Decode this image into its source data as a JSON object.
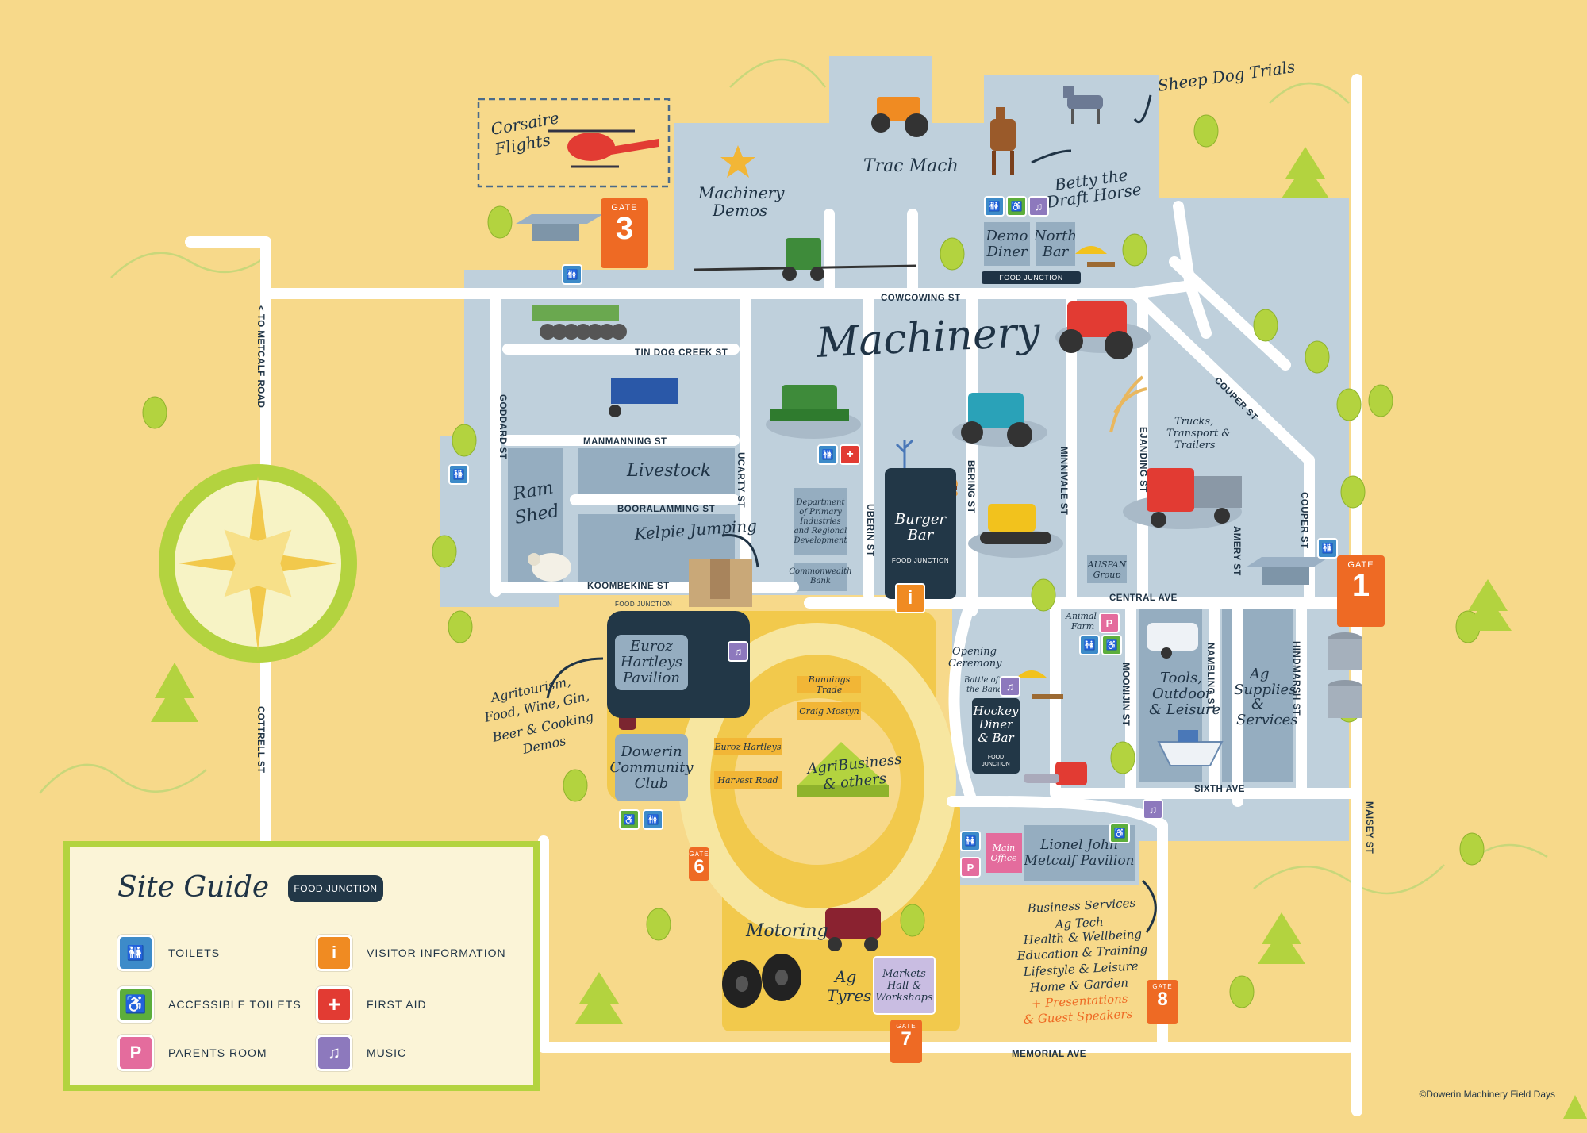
{
  "title": "Machinery",
  "streets": {
    "cowcowing": "COWCOWING ST",
    "tin_dog_creek": "TIN DOG CREEK ST",
    "manmanning": "MANMANNING ST",
    "booralamming": "BOORALAMMING ST",
    "koombekine": "KOOMBEKINE ST",
    "goddard": "GODDARD ST",
    "ucarty": "UCARTY ST",
    "uberin": "UBERIN ST",
    "bering": "BERING ST",
    "minnivale": "MINNIVALE ST",
    "ejanding": "EJANDING ST",
    "amery": "AMERY ST",
    "couper1": "COUPER ST",
    "couper2": "COUPER ST",
    "central": "CENTRAL AVE",
    "moonijin": "MOONIJIN ST",
    "nambling": "NAMBLING ST",
    "hindmarsh": "HINDMARSH ST",
    "sixth": "SIXTH AVE",
    "maisey": "MAISEY ST",
    "memorial": "MEMORIAL AVE",
    "metcalf": "< TO METCALF ROAD",
    "cottrell": "COTTRELL ST"
  },
  "areas": {
    "corsaire": "Corsaire Flights",
    "machinery_demos": "Machinery Demos",
    "trac_mach": "Trac Mach",
    "sheep_dog": "Sheep Dog Trials",
    "betty": "Betty the Draft Horse",
    "demo_diner": "Demo Diner",
    "north_bar": "North Bar",
    "livestock": "Livestock",
    "ram_shed": "Ram Shed",
    "kelpie": "Kelpie Jumping",
    "dept": "Department of Primary Industries and Regional Development",
    "commonwealth": "Commonwealth Bank",
    "burger_bar": "Burger Bar",
    "trucks": "Trucks, Transport & Trailers",
    "auspan": "AUSPAN Group",
    "animal_farm": "Animal Farm",
    "opening": "Opening Ceremony",
    "battle": "Battle of the Bands",
    "hockey": "Hockey Diner & Bar",
    "tools": "Tools, Outdoor & Leisure",
    "ag_supplies": "Ag Supplies & Services",
    "euroz_pavilion": "Euroz Hartleys Pavilion",
    "agritourism": "Agritourism, Food, Wine, Gin, Beer & Cooking Demos",
    "dowerin_club": "Dowerin Community Club",
    "bunnings": "Bunnings Trade",
    "craig": "Craig Mostyn",
    "euroz_small": "Euroz Hartleys",
    "harvest": "Harvest Road",
    "agribusiness": "AgriBusiness & others",
    "motoring": "Motoring",
    "ag_tyres": "Ag Tyres",
    "markets": "Markets Hall & Workshops",
    "main_office": "Main Office",
    "lionel": "Lionel John Metcalf Pavilion",
    "business": "Business Services",
    "agtech": "Ag Tech",
    "health": "Health & Wellbeing",
    "education": "Education & Training",
    "lifestyle": "Lifestyle & Leisure",
    "home": "Home & Garden",
    "presentations": "+ Presentations",
    "guest": "& Guest Speakers"
  },
  "food_junction": "FOOD JUNCTION",
  "gates": {
    "label": "GATE",
    "g1": "1",
    "g3": "3",
    "g6": "6",
    "g7": "7",
    "g8": "8"
  },
  "legend": {
    "title": "Site Guide",
    "food_junction": "FOOD JUNCTION",
    "toilets": "TOILETS",
    "accessible": "ACCESSIBLE TOILETS",
    "parents": "PARENTS ROOM",
    "visitor": "VISITOR INFORMATION",
    "first_aid": "FIRST AID",
    "music": "MUSIC"
  },
  "copyright": "©Dowerin Machinery Field Days",
  "colors": {
    "background": "#f7d98a",
    "zone": "#bfd0dc",
    "road": "#ffffff",
    "central_zone": "#f2c94c",
    "dark": "#223747",
    "gate": "#ee6a24",
    "legend_border": "#b3d33f"
  },
  "icons": {
    "toilet": "toilet-icon",
    "accessible": "wheelchair-icon",
    "parents": "parents-room-icon",
    "info": "info-icon",
    "first_aid": "first-aid-icon",
    "music": "music-icon"
  }
}
